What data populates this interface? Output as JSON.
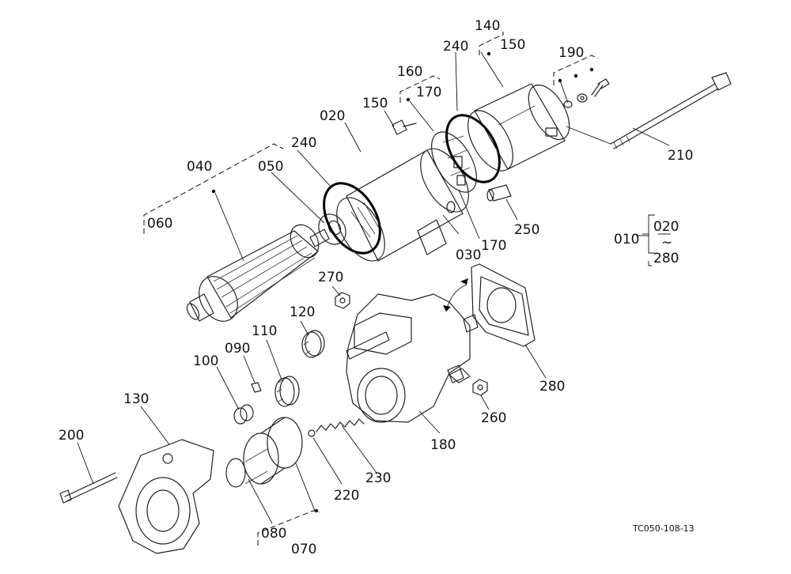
{
  "figure": {
    "labels": {
      "p010": "010",
      "p020": "020",
      "p030": "030",
      "p040": "040",
      "p050": "050",
      "p060": "060",
      "p070": "070",
      "p080": "080",
      "p090": "090",
      "p100": "100",
      "p110": "110",
      "p120": "120",
      "p130": "130",
      "p140": "140",
      "p150a": "150",
      "p150b": "150",
      "p160": "160",
      "p170a": "170",
      "p170b": "170",
      "p180": "180",
      "p190": "190",
      "p200": "200",
      "p210": "210",
      "p220": "220",
      "p230": "230",
      "p240a": "240",
      "p240b": "240",
      "p250": "250",
      "p260": "260",
      "p270": "270",
      "p280": "280"
    },
    "range_note": {
      "from": "020",
      "tilde": "~",
      "to": "280"
    },
    "reference_code": "TC050-108-13"
  }
}
